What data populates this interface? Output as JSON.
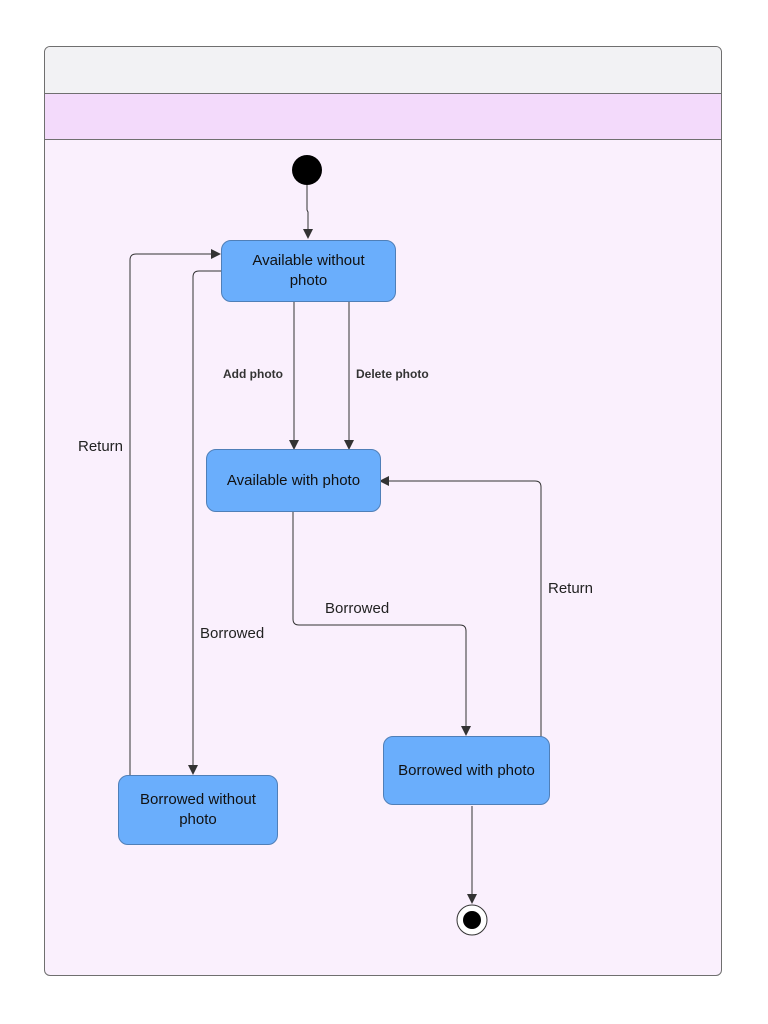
{
  "frame": {
    "title": "",
    "subtitle": ""
  },
  "states": {
    "available_without_photo": "Available without photo",
    "available_with_photo": "Available with photo",
    "borrowed_with_photo": "Borrowed with photo",
    "borrowed_without_photo": "Borrowed without photo"
  },
  "transitions": {
    "add_photo": "Add photo",
    "delete_photo": "Delete photo",
    "return_left": "Return",
    "borrowed_left": "Borrowed",
    "borrowed_center": "Borrowed",
    "return_right": "Return"
  },
  "colors": {
    "state_fill": "#6aaefc",
    "frame_background": "#faf0fd",
    "frame_header": "#f2f2f4",
    "frame_subheader": "#f3dafb",
    "line": "#333333"
  }
}
